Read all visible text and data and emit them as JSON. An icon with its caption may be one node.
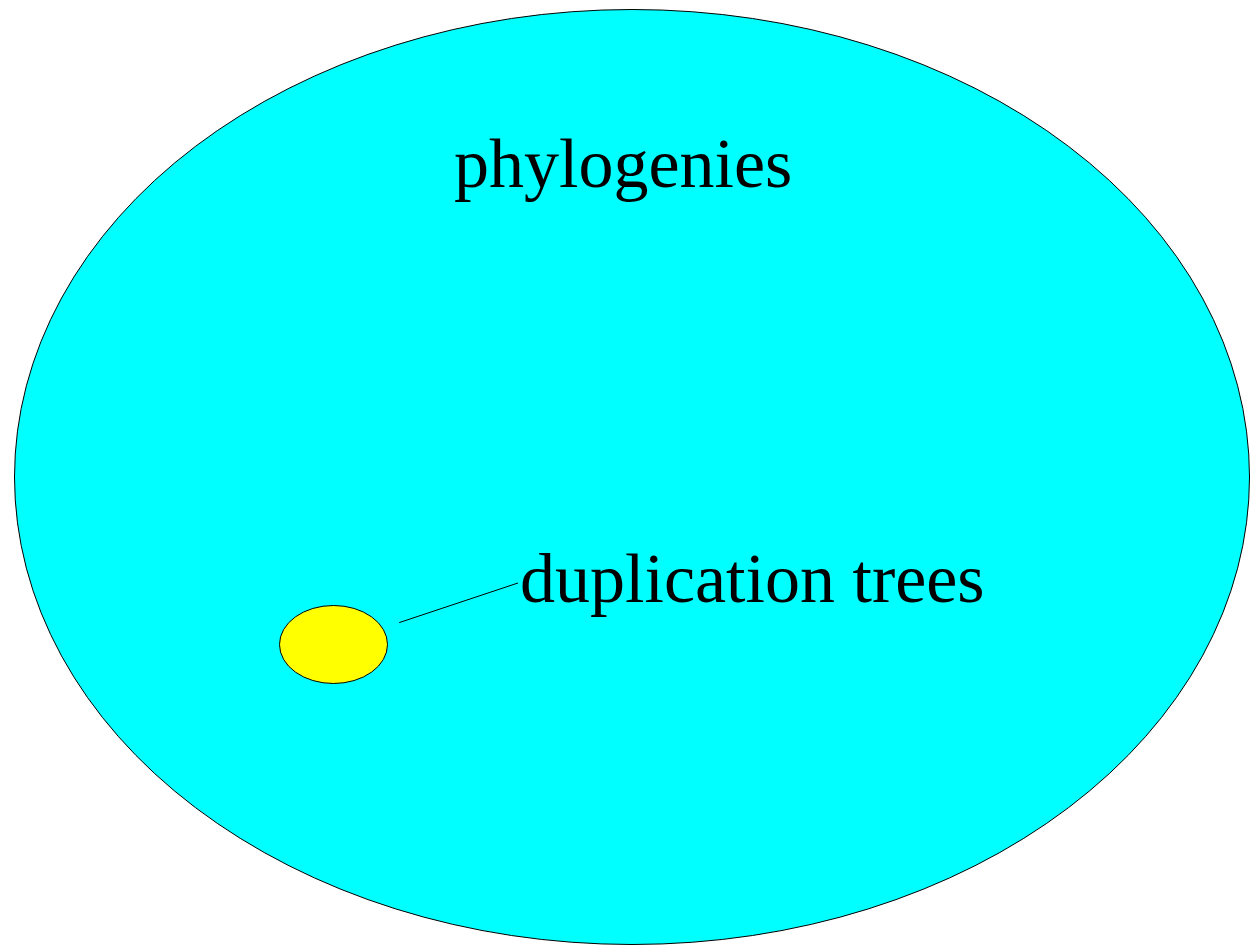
{
  "diagram": {
    "nodes": [
      {
        "text": [
          "phylogenies"
        ]
      },
      {
        "text": [
          "duplication trees"
        ],
        "in": 0
      },
      {
        "text": [],
        "shape": "ellipse",
        "in": 0
      }
    ],
    "edges": [
      {
        "from": 1,
        "to": 2,
        "arrow": "none"
      }
    ]
  }
}
